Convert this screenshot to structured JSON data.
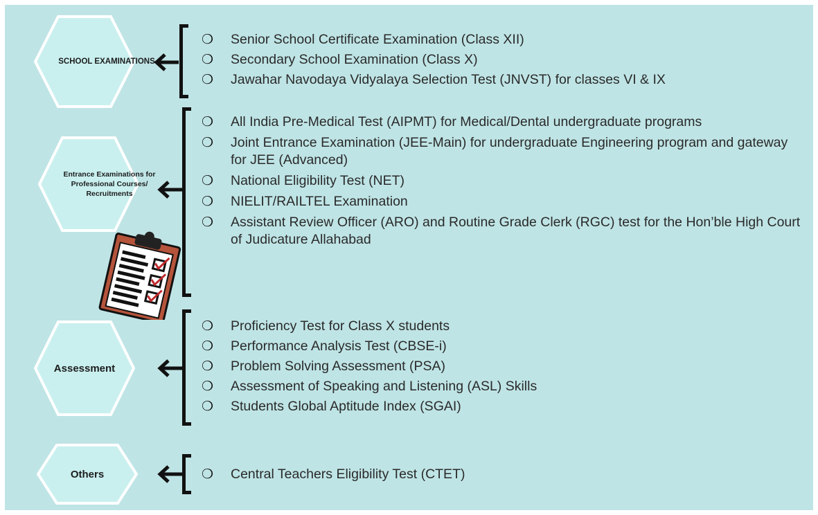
{
  "colors": {
    "background": "#bfe4e5",
    "hex_fill": "#c9f0ef",
    "hex_stroke": "#ffffff",
    "bracket": "#111111",
    "clipboard_board": "#b5543b",
    "check_red": "#c0282c"
  },
  "icons": {
    "bullet": "open-circle-icon",
    "arrow": "left-arrow-icon",
    "clipboard": "clipboard-checklist-icon"
  },
  "bullet_glyph": "❍",
  "groups": [
    {
      "label": "SCHOOL EXAMINATIONS",
      "items": [
        "Senior School Certificate Examination (Class XII)",
        "Secondary School Examination (Class X)",
        "Jawahar Navodaya Vidyalaya Selection Test (JNVST) for classes VI & IX"
      ]
    },
    {
      "label": "Entrance Examinations for Professional Courses/ Recruitments",
      "items": [
        "All India Pre-Medical Test (AIPMT) for Medical/Dental undergraduate programs",
        "Joint Entrance Examination (JEE-Main) for undergraduate Engineering program and gateway for JEE (Advanced)",
        "National Eligibility Test (NET)",
        "NIELIT/RAILTEL Examination",
        "Assistant Review Officer (ARO) and Routine Grade Clerk (RGC) test for the Hon’ble High Court of Judicature Allahabad"
      ]
    },
    {
      "label": "Assessment",
      "items": [
        "Proficiency Test for Class X students",
        "Performance Analysis Test (CBSE-i)",
        "Problem Solving Assessment (PSA)",
        "Assessment of Speaking and Listening (ASL) Skills",
        "Students Global Aptitude Index (SGAI)"
      ]
    },
    {
      "label": "Others",
      "items": [
        "Central Teachers Eligibility Test (CTET)"
      ]
    }
  ]
}
